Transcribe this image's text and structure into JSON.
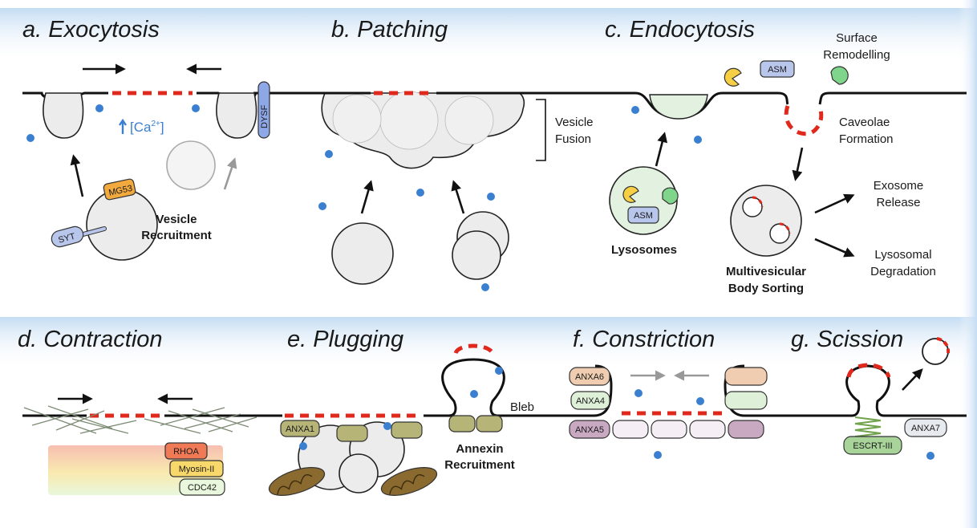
{
  "colors": {
    "calcium_dot": "#3a7fd0",
    "membrane_tear": "#e0281c",
    "header_band": "#c9dff4",
    "lysosome": "#e3f2e0"
  },
  "panels": {
    "a": {
      "title": "a. Exocytosis",
      "calcium": "[Ca",
      "calcium_sup": "2+",
      "calcium_close": "]",
      "dysf": "DYSF",
      "mg53": "MG53",
      "syt": "SYT",
      "caption_line1": "Vesicle",
      "caption_line2": "Recruitment"
    },
    "b": {
      "title": "b. Patching",
      "fusion_line1": "Vesicle",
      "fusion_line2": "Fusion"
    },
    "c": {
      "title": "c. Endocytosis",
      "surface_line1": "Surface",
      "surface_line2": "Remodelling",
      "asm": "ASM",
      "caveolae_line1": "Caveolae",
      "caveolae_line2": "Formation",
      "lysosomes": "Lysosomes",
      "lyso_asm": "ASM",
      "mvb_line1": "Multivesicular",
      "mvb_line2": "Body Sorting",
      "exosome_line1": "Exosome",
      "exosome_line2": "Release",
      "lysodeg_line1": "Lysosomal",
      "lysodeg_line2": "Degradation"
    },
    "d": {
      "title": "d. Contraction",
      "rhoa": "RHOA",
      "myosin": "Myosin-II",
      "cdc42": "CDC42"
    },
    "e": {
      "title": "e. Plugging",
      "anxa1": "ANXA1",
      "bleb": "Bleb",
      "annexin_line1": "Annexin",
      "annexin_line2": "Recruitment"
    },
    "f": {
      "title": "f. Constriction",
      "anxa6": "ANXA6",
      "anxa4": "ANXA4",
      "anxa5": "ANXA5"
    },
    "g": {
      "title": "g. Scission",
      "anxa7": "ANXA7",
      "escrt": "ESCRT-III"
    }
  }
}
